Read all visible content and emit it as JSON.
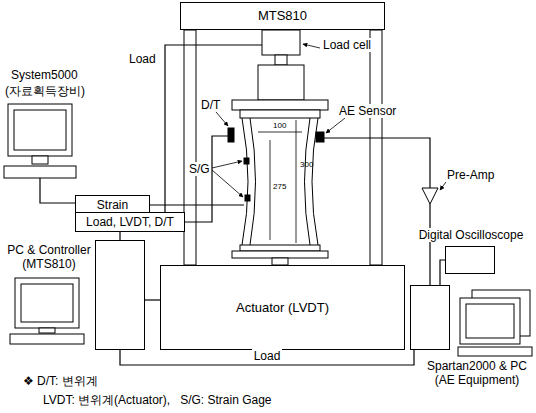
{
  "diagram": {
    "nodes": [
      {
        "text": [
          "MTS810"
        ]
      },
      {
        "text": [
          "Strain"
        ]
      },
      {
        "text": [
          "Load, LVDT, D/T"
        ]
      },
      {
        "text": [
          "Actuator (LVDT)"
        ]
      },
      {
        "text": [
          "Digital Oscilloscope"
        ]
      },
      {
        "text": [
          "Spartan2000 & PC (AE Equipment)"
        ]
      },
      {
        "text": [
          "PC & Controller (MTS810)"
        ]
      }
    ],
    "edges": [
      {
        "from": 2,
        "to": 6,
        "arrow": "none"
      },
      {
        "from": 6,
        "to": 3,
        "arrow": "none"
      },
      {
        "from": 6,
        "to": 5,
        "label": "Load",
        "arrow": "none"
      },
      {
        "from": 4,
        "to": 5,
        "arrow": "none"
      }
    ],
    "labels": [
      "Load",
      "Load cell",
      "System5000",
      "(자료획득장비)",
      "D/T",
      "S/G",
      "AE Sensor",
      "Pre-Amp",
      "100",
      "275",
      "300",
      "❖ D/T: 변위계",
      "LVDT: 변위계(Actuator),   S/G: Strain Gage"
    ]
  }
}
